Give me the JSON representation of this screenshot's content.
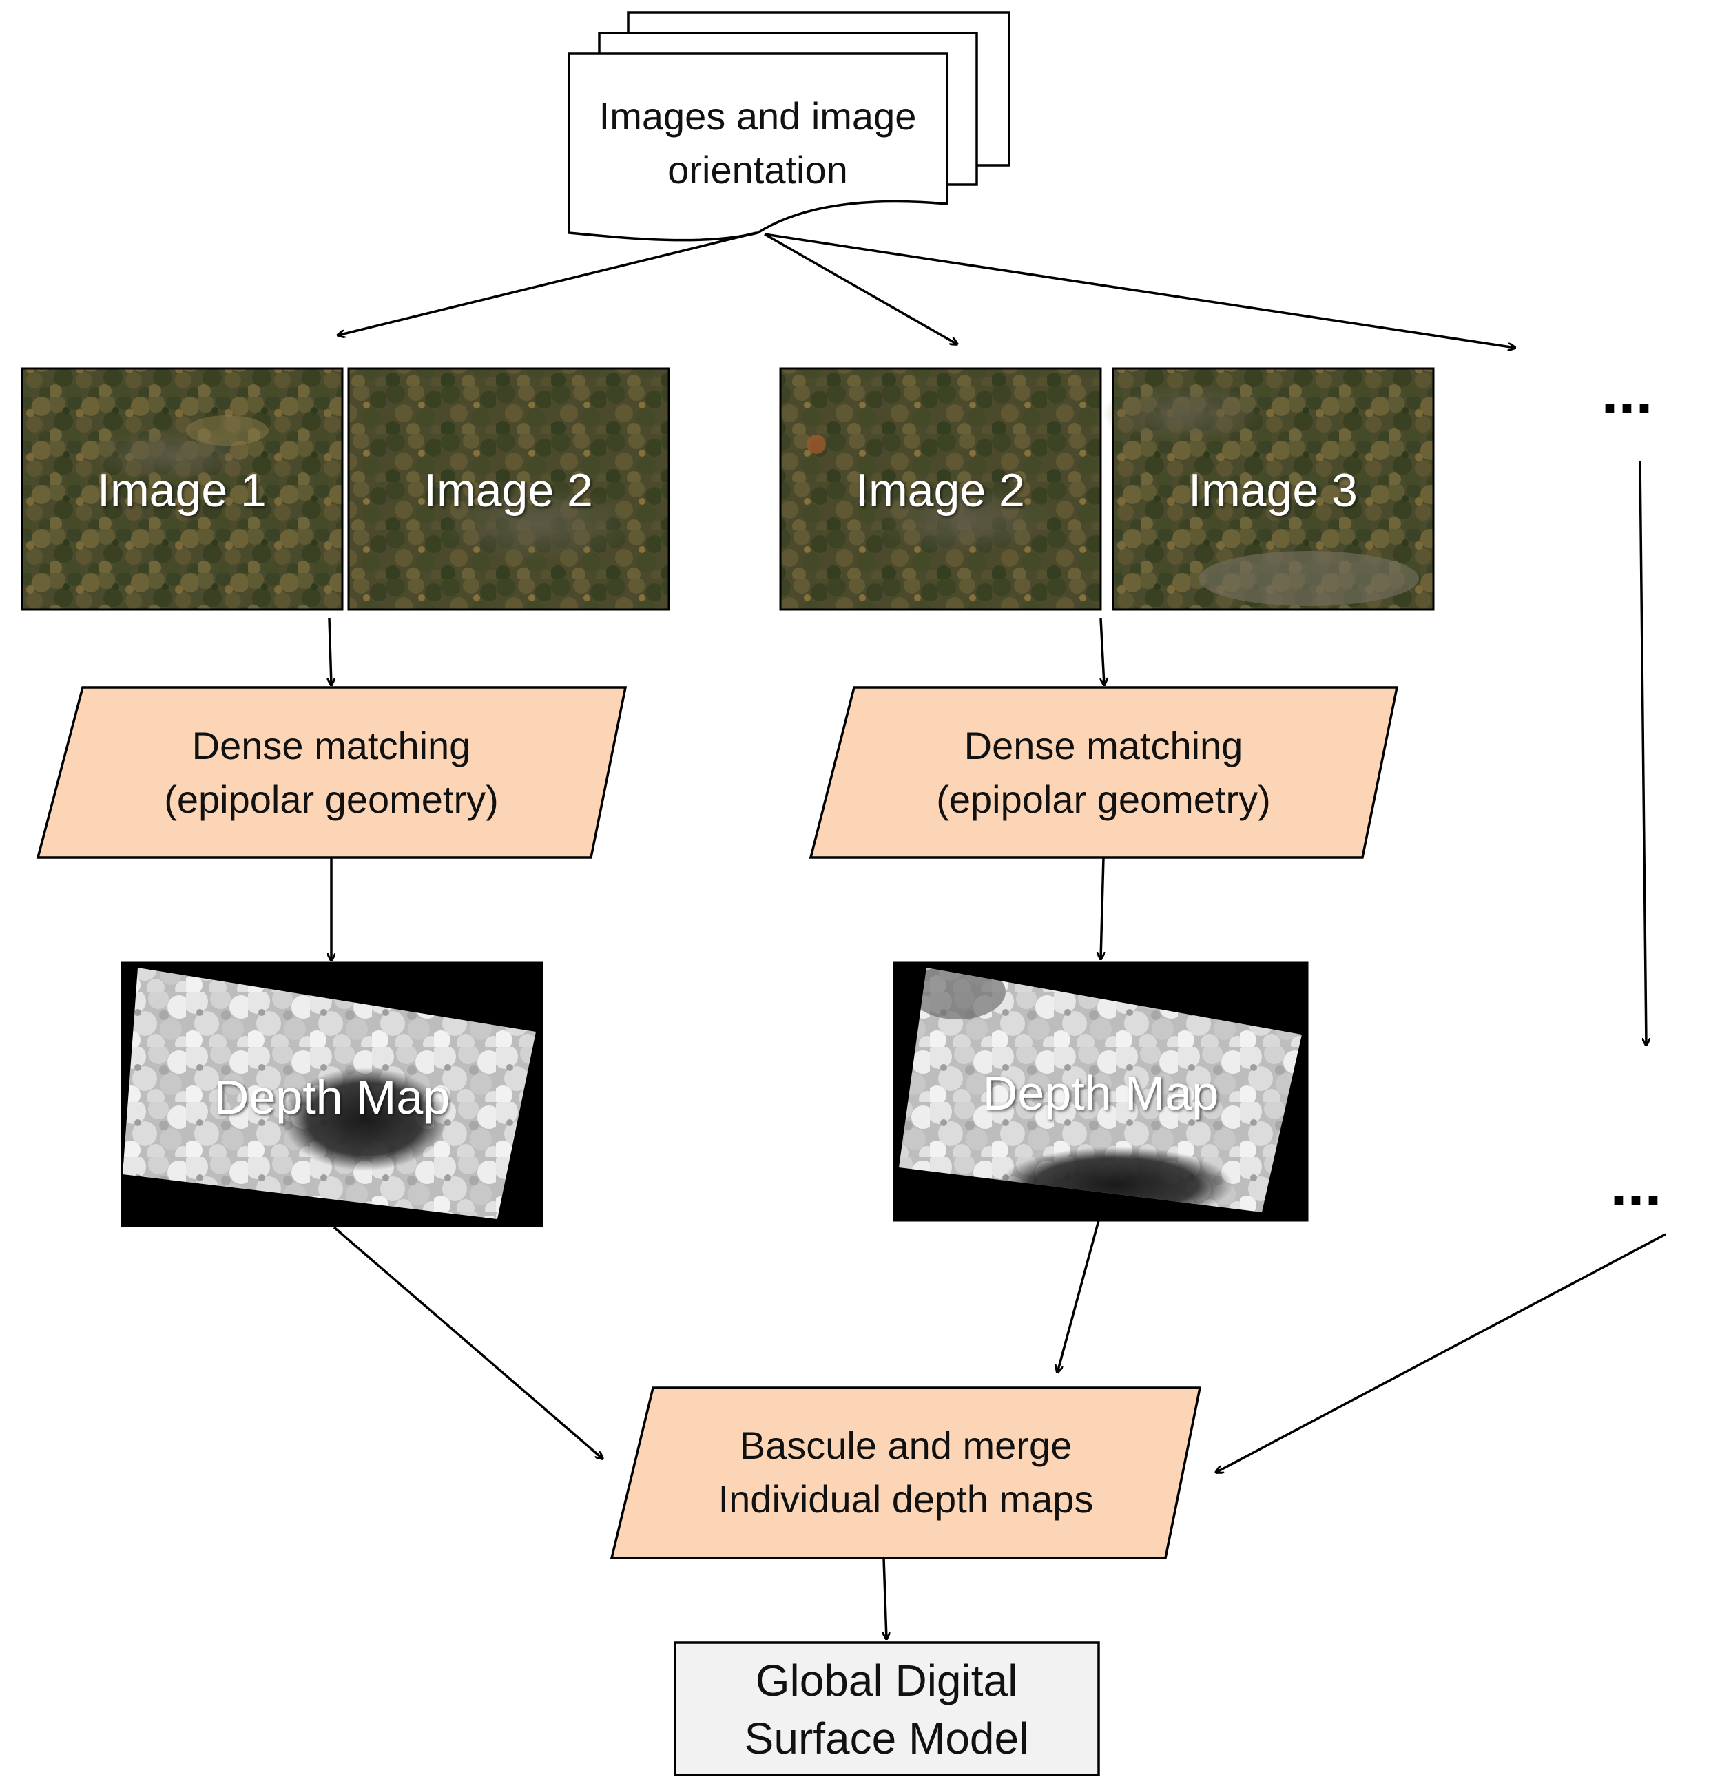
{
  "input": {
    "line1": "Images and image",
    "line2": "orientation"
  },
  "pairs": [
    {
      "left_image": "Image 1",
      "right_image": "Image 2"
    },
    {
      "left_image": "Image 2",
      "right_image": "Image 3"
    }
  ],
  "matching": {
    "line1": "Dense matching",
    "line2": "(epipolar geometry)"
  },
  "depth_map_label": "Depth Map",
  "continuation": "...",
  "merge": {
    "line1": "Bascule and merge",
    "line2": "Individual depth maps"
  },
  "output": {
    "line1": "Global Digital",
    "line2": "Surface Model"
  },
  "colors": {
    "process_fill": "#FBD5B5",
    "output_fill": "#F2F2F2",
    "forest_base": "#4a4a2c",
    "depth_background": "#000000"
  },
  "icons": {
    "aerial_photo": "forest-aerial-photo",
    "depth_map": "grayscale-depth-map"
  }
}
